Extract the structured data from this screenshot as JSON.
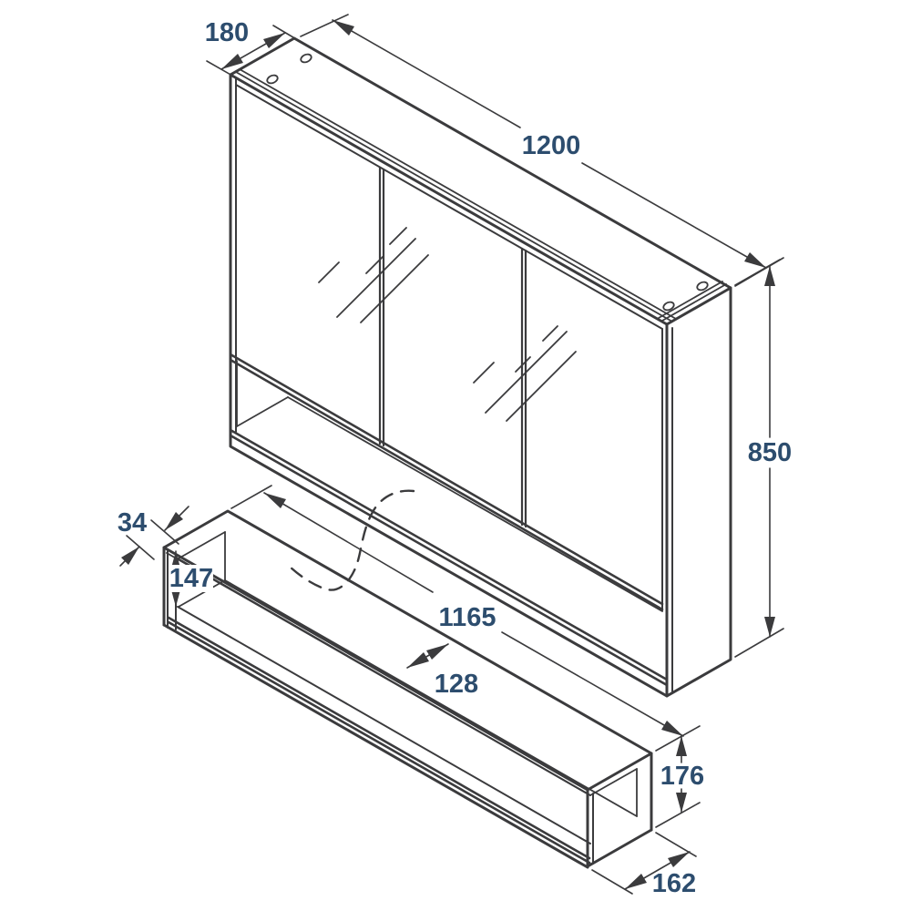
{
  "drawing": {
    "colors": {
      "background": "#ffffff",
      "line": "#3b3b3d",
      "label": "#2d4d6e"
    },
    "cabinet": {
      "depth_label": "180",
      "width_label": "1200",
      "height_label": "850"
    },
    "shelf": {
      "panel_thickness_label": "34",
      "inner_height_label": "147",
      "width_label": "1165",
      "inner_depth_label": "128",
      "height_label": "176",
      "depth_label": "162"
    }
  }
}
